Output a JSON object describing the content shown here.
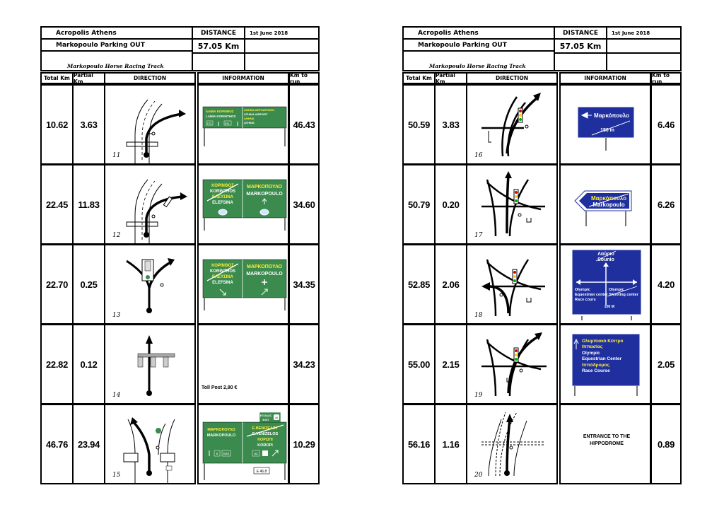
{
  "headers": {
    "from": "Acropolis Athens",
    "to": "Markopoulo Parking OUT",
    "distance_label": "DISTANCE",
    "distance_value": "57.05 Km",
    "date": "1st June 2018",
    "track": "Markopoulo Horse Racing Track"
  },
  "columns": {
    "total": "Total Km",
    "partial": "Partial Km",
    "direction": "DIRECTION",
    "information": "INFORMATION",
    "to_run": "Km to run"
  },
  "colors": {
    "sign_green": "#3b8a4e",
    "sign_blue": "#1f2f9e",
    "sign_yellow": "#ffef3a",
    "ink": "#000000"
  },
  "left_rows": [
    {
      "total": "10.62",
      "partial": "3.63",
      "step": "11",
      "to_run": "46.43"
    },
    {
      "total": "22.45",
      "partial": "11.83",
      "step": "12",
      "to_run": "34.60"
    },
    {
      "total": "22.70",
      "partial": "0.25",
      "step": "13",
      "to_run": "34.35"
    },
    {
      "total": "22.82",
      "partial": "0.12",
      "step": "14",
      "to_run": "34.23",
      "info_text": "Toll Post 2,80 €"
    },
    {
      "total": "46.76",
      "partial": "23.94",
      "step": "15",
      "to_run": "10.29"
    }
  ],
  "right_rows": [
    {
      "total": "50.59",
      "partial": "3.83",
      "step": "16",
      "to_run": "6.46"
    },
    {
      "total": "50.79",
      "partial": "0.20",
      "step": "17",
      "to_run": "6.26"
    },
    {
      "total": "52.85",
      "partial": "2.06",
      "step": "18",
      "to_run": "4.20"
    },
    {
      "total": "55.00",
      "partial": "2.15",
      "step": "19",
      "to_run": "2.05"
    },
    {
      "total": "56.16",
      "partial": "1.16",
      "step": "20",
      "to_run": "0.89",
      "info_text_1": "ENTRANCE TO THE",
      "info_text_2": "HIPPODROME"
    }
  ],
  "signs": {
    "s11_l1": "ΛΑΜΙΑ   ΚΟΡΙΝΘΟΣ",
    "s11_l2": "LAMIA   KORINTHOS",
    "s11_r1": "ΑΘΗΝΑ ΑΕΡΟΔΡΟΜΙΟ",
    "s11_r2": "ATHINA AIRPORT",
    "s11_r3": "ΑΘΗΝΑ",
    "s11_r4": "ATHINA",
    "s11_e1": "E75",
    "s11_e2": "E94",
    "s12_l1": "ΚΟΡΙΝΘΟΣ",
    "s12_l2": "KORINTHOS",
    "s12_l3": "ΕΛΕΥΣΙΝΑ",
    "s12_l4": "ELEFSINA",
    "s12_r1": "ΜΑΡΚΟΠΟΥΛΟ",
    "s12_r2": "MARKOPOULO",
    "s15_exit1": "ΕΞΟΔΟΣ",
    "s15_exit2": "EXIT",
    "s15_exitno": "26",
    "s15_l1": "ΜΑΡΚΟΠΟΥΛΟ",
    "s15_l2": "MARKOPOULO",
    "s15_r1": "Ε.ΒΕΝΙΖΕΛΟΥ",
    "s15_r2": "E.VENIZELOS",
    "s15_r3": "ΚΟΡΩΠΙ",
    "s15_r4": "KOROPI",
    "s15_e1": "6",
    "s15_e2": "E94",
    "s15_e3": "62",
    "s15_dist": "E 46.8",
    "s16_l1": "Μαρκόπουλο",
    "s16_l2": "150 m",
    "s17_l1": "Μαρκόπουλο",
    "s17_l2": "Markopoulo",
    "s18_top1": "Λαύριο",
    "s18_top2": "Sounio",
    "s18_l1": "Olympic",
    "s18_l2": "Equestrian center",
    "s18_l3": "Race cours",
    "s18_r1": "Olympic",
    "s18_r2": "Shooting center",
    "s18_dist": "200 M",
    "s19_l1": "Ολυμπιακό Κέντρο",
    "s19_l2": "Ιππασίας",
    "s19_l3": "Olympic",
    "s19_l4": "Equestrian Center",
    "s19_l5": "Ιππόδρομος",
    "s19_l6": "Race Course"
  }
}
